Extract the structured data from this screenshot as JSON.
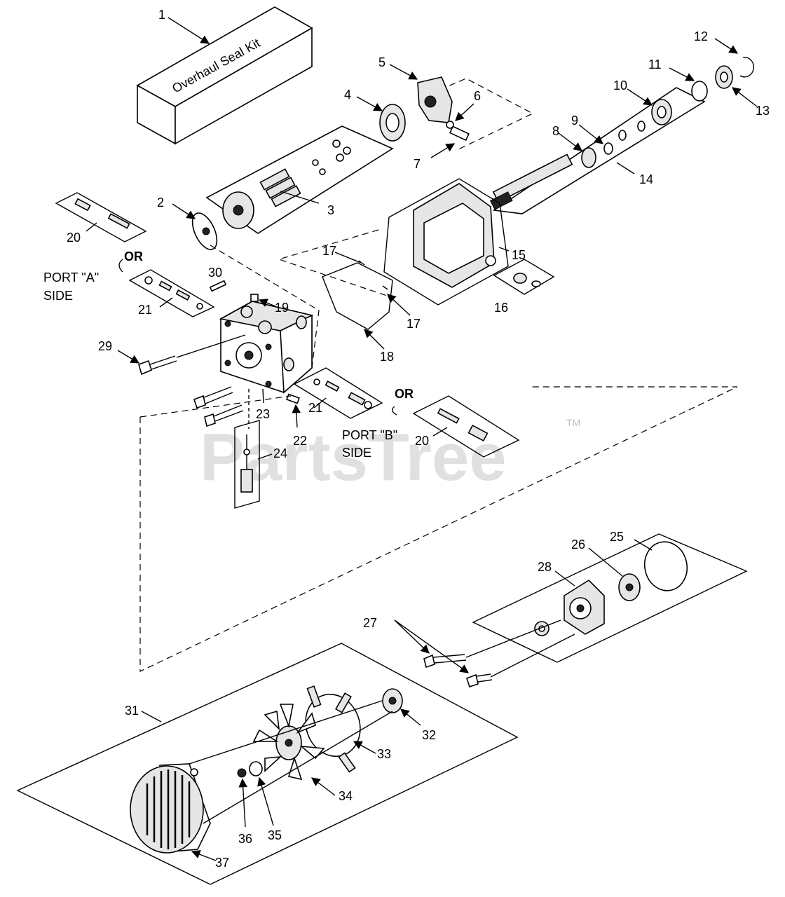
{
  "kit_label": "Overhaul Seal Kit",
  "watermark": {
    "text": "PartsTree",
    "trademark": "TM"
  },
  "labels": {
    "or_top": "OR",
    "or_bottom": "OR",
    "port_a_line1": "PORT \"A\"",
    "port_a_line2": "SIDE",
    "port_b_line1": "PORT \"B\"",
    "port_b_line2": "SIDE"
  },
  "callouts": {
    "c1": "1",
    "c2": "2",
    "c3": "3",
    "c4": "4",
    "c5": "5",
    "c6": "6",
    "c7": "7",
    "c8": "8",
    "c9": "9",
    "c10": "10",
    "c11": "11",
    "c12": "12",
    "c13": "13",
    "c14": "14",
    "c15": "15",
    "c16": "16",
    "c17a": "17",
    "c17b": "17",
    "c18": "18",
    "c19": "19",
    "c20a": "20",
    "c20b": "20",
    "c21a": "21",
    "c21b": "21",
    "c22": "22",
    "c23": "23",
    "c24": "24",
    "c25": "25",
    "c26": "26",
    "c27": "27",
    "c28": "28",
    "c29": "29",
    "c30": "30",
    "c31": "31",
    "c32": "32",
    "c33": "33",
    "c34": "34",
    "c35": "35",
    "c36": "36",
    "c37": "37"
  }
}
